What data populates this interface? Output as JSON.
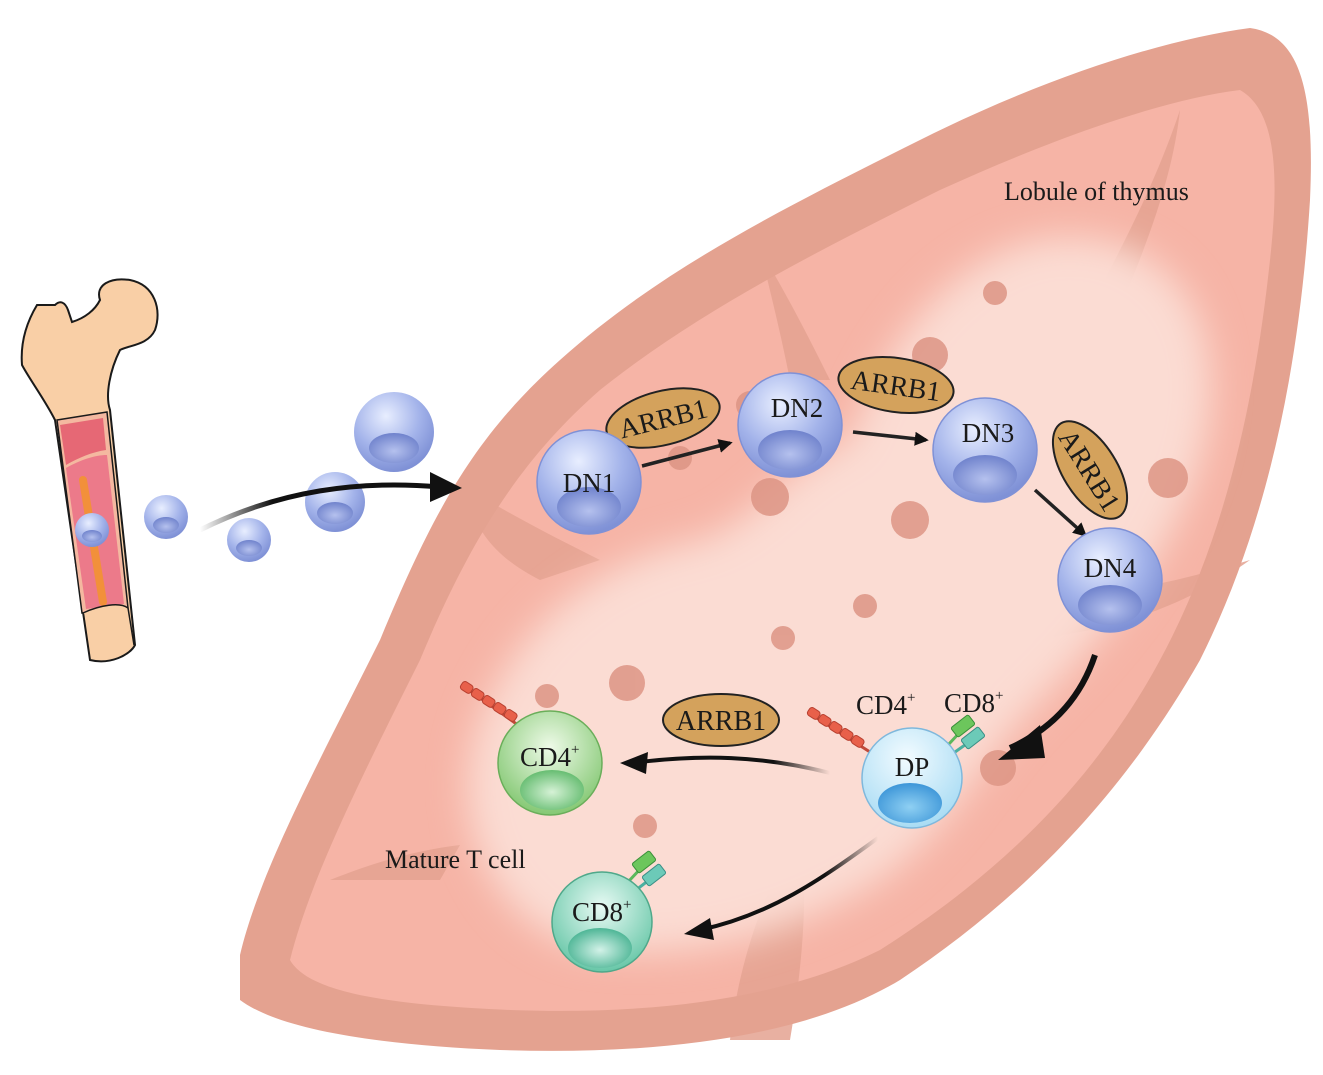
{
  "title": "Lobule of thymus",
  "mature_label": "Mature T cell",
  "stages": {
    "dn1": "DN1",
    "dn2": "DN2",
    "dn3": "DN3",
    "dn4": "DN4",
    "dp": "DP",
    "cd4": "CD4",
    "cd8": "CD8"
  },
  "dp_markers": {
    "cd4": "CD4",
    "cd8": "CD8"
  },
  "superscript": "+",
  "regulator": "ARRB1",
  "colors": {
    "capsule": "#e4a290",
    "cortex": "#f6b4a6",
    "medulla": "#fbd9d0",
    "progenitor_cell": "#8e9fdc",
    "dp_cell": "#bfe3f6",
    "cd4_cell": "#8fd07e",
    "cd8_cell": "#72cdb0",
    "arrb1": "#d4a25c",
    "bone": "#f9cfa6",
    "marrow": "#e2546a"
  }
}
